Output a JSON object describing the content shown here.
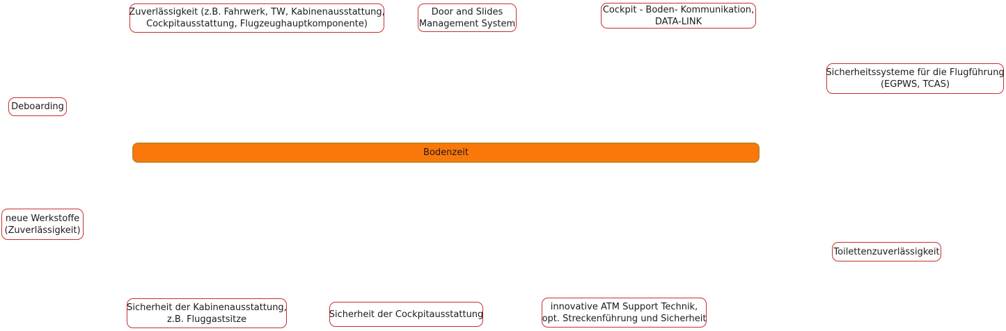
{
  "colors": {
    "background": "#ffffff",
    "node_fill": "#ffffff",
    "node_border": "#cc2b2b",
    "node_text": "#1a1a1a",
    "highlight_fill": "#fa780a",
    "highlight_border": "#c9801d",
    "highlight_text": "#1a1a1a"
  },
  "nodes": {
    "zuverlaessigkeit": {
      "label": "Zuverlässigkeit (z.B. Fahrwerk, TW, Kabinenausstattung,\nCockpitausstattung, Flugzeughauptkomponente)"
    },
    "door_slides": {
      "label": "Door and Slides\nManagement System"
    },
    "cockpit_datalink": {
      "label": "Cockpit - Boden- Kommunikation,\nDATA-LINK"
    },
    "sicherheitssysteme": {
      "label": "Sicherheitssysteme für die Flugführung\n(EGPWS, TCAS)"
    },
    "deboarding": {
      "label": "Deboarding"
    },
    "bodenzeit": {
      "label": "Bodenzeit"
    },
    "neue_werkstoffe": {
      "label": "neue Werkstoffe\n(Zuverlässigkeit)"
    },
    "toiletten": {
      "label": "Toilettenzuverlässigkeit"
    },
    "kabinen_sicherheit": {
      "label": "Sicherheit der Kabinenausstattung,\nz.B. Fluggastsitze"
    },
    "cockpit_sicherheit": {
      "label": "Sicherheit der Cockpitausstattung"
    },
    "atm_support": {
      "label": "innovative ATM Support Technik,\nopt. Streckenführung und Sicherheit"
    }
  }
}
